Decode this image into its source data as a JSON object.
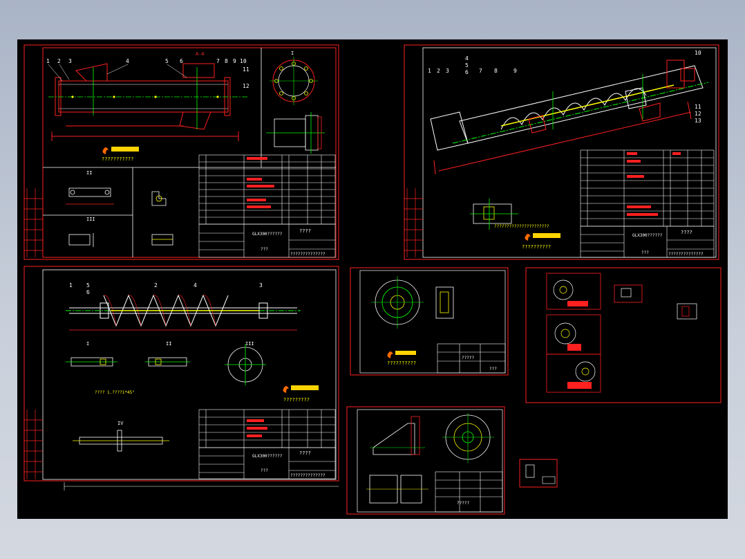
{
  "sheet1": {
    "balloons": [
      "1",
      "2",
      "3",
      "4",
      "5",
      "6",
      "7",
      "8",
      "9",
      "10",
      "11",
      "12"
    ],
    "section_label": "A-A",
    "view_labels": [
      "I",
      "II",
      "III"
    ],
    "tech_note": "???????????",
    "title_block": {
      "drawing_title": "GLX300??????",
      "center_text": "????",
      "bottom_text": "???",
      "company": "??????????????"
    }
  },
  "sheet2": {
    "balloons": [
      "1",
      "2",
      "3",
      "4",
      "5",
      "6",
      "7",
      "8",
      "9",
      "10",
      "11",
      "12",
      "13"
    ],
    "motor_note": "??????????????????????",
    "tech_note": "??????????",
    "title_block": {
      "drawing_title": "GLX300??????",
      "center_text": "????",
      "bottom_text": "???",
      "company": "??????????????"
    }
  },
  "sheet3": {
    "balloons": [
      "1",
      "2",
      "3",
      "4",
      "5",
      "6"
    ],
    "detail_labels": [
      "I",
      "II",
      "III",
      "IV"
    ],
    "chamfer_note": "????\n1.????1*45°",
    "tech_note": "?????????",
    "title_block": {
      "drawing_title": "GLX300??????",
      "center_text": "????",
      "bottom_text": "???",
      "company": "??????????????"
    }
  },
  "sheet4": {
    "tech_note": "??????????",
    "title": "?????",
    "bottom_text": "???"
  },
  "sheet5": {
    "title": "?????"
  }
}
